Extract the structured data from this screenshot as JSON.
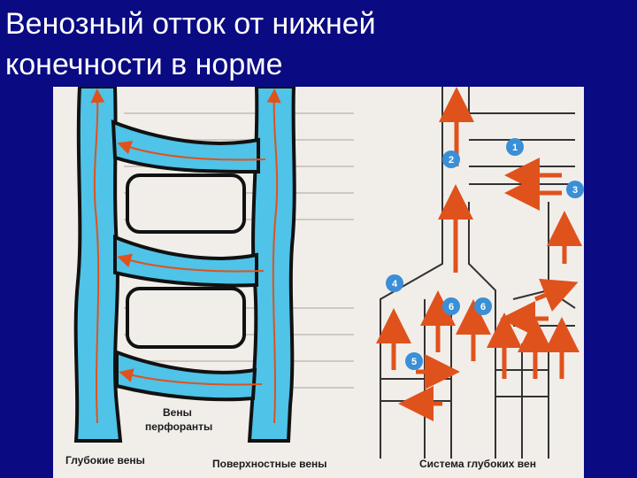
{
  "slide": {
    "title_line1": "Венозный отток от нижней",
    "title_line2": "конечности в норме"
  },
  "labels": {
    "deep_veins": "Глубокие вены",
    "superficial_veins": "Поверхностные вены",
    "perforator_veins_1": "Вены",
    "perforator_veins_2": "перфоранты",
    "deep_vein_system": "Система глубоких вен"
  },
  "markers": [
    "1",
    "2",
    "3",
    "4",
    "5",
    "6",
    "6"
  ],
  "colors": {
    "background": "#0a0a82",
    "vein_fill": "#4fc3e8",
    "vein_outline": "#111111",
    "flow_arrow": "#e0521c",
    "marker": "#3a8fd6"
  }
}
